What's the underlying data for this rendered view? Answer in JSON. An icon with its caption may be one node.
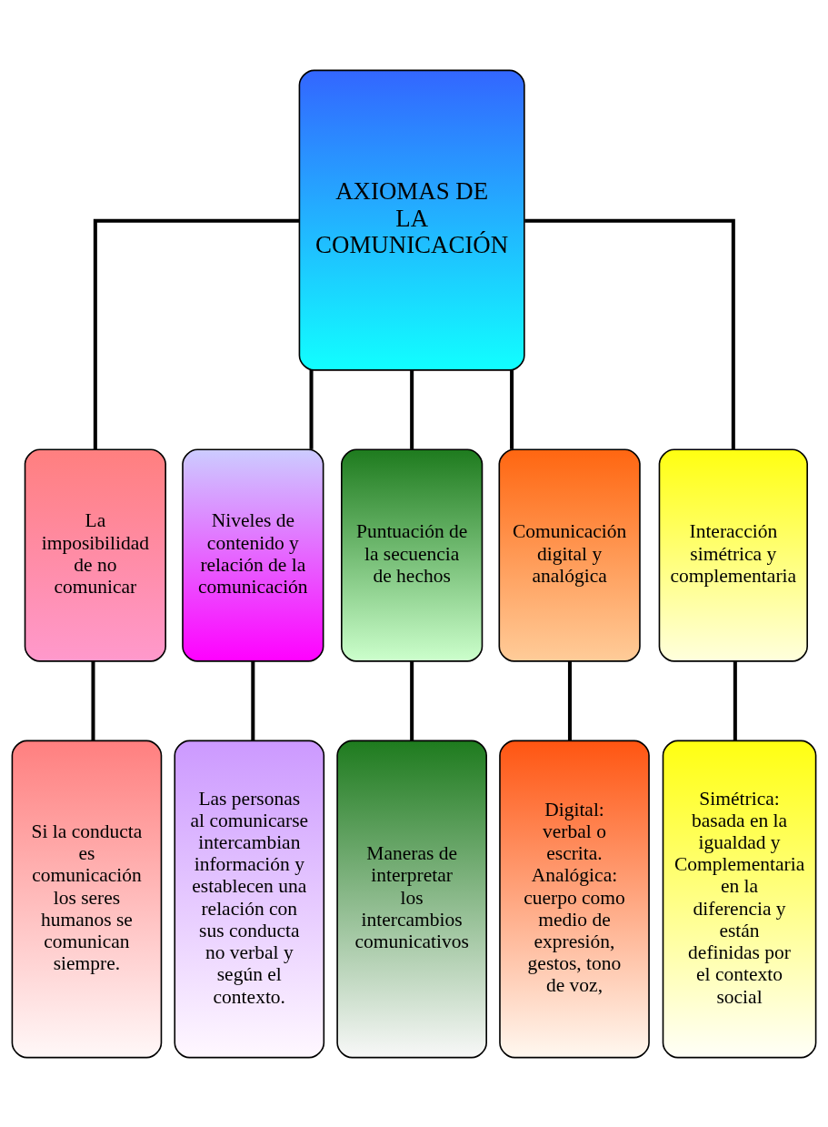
{
  "diagram": {
    "nodes": [
      {
        "text": [
          "AXIOMAS DE LA COMUNICACIÓN"
        ]
      },
      {
        "text": [
          "La imposibilidad de no comunicar"
        ]
      },
      {
        "text": [
          "Niveles de contenido y relación de la comunicación"
        ]
      },
      {
        "text": [
          "Puntuación de la secuencia de hechos"
        ]
      },
      {
        "text": [
          "Comunicación digital y analógica"
        ]
      },
      {
        "text": [
          "Interacción simétrica y complementaria"
        ]
      },
      {
        "text": [
          "Si la conducta es comunicación los seres humanos se comunican siempre."
        ]
      },
      {
        "text": [
          "Las personas al comunicarse intercambian información y establecen una relación con sus conducta no verbal y según el contexto."
        ]
      },
      {
        "text": [
          "Maneras de interpretar los intercambios comunicativos"
        ]
      },
      {
        "text": [
          "Digital: verbal o escrita. Analógica: cuerpo como medio de expresión, gestos, tono de voz,"
        ]
      },
      {
        "text": [
          "Simétrica: basada en la igualdad y Complementaria en la diferencia y están definidas por el contexto social"
        ]
      }
    ],
    "edges": [
      {
        "from": 0,
        "to": 1,
        "arrow": "none"
      },
      {
        "from": 0,
        "to": 2,
        "arrow": "none"
      },
      {
        "from": 0,
        "to": 3,
        "arrow": "none"
      },
      {
        "from": 0,
        "to": 4,
        "arrow": "none"
      },
      {
        "from": 0,
        "to": 5,
        "arrow": "none"
      },
      {
        "from": 1,
        "to": 6,
        "arrow": "none"
      },
      {
        "from": 2,
        "to": 7,
        "arrow": "none"
      },
      {
        "from": 3,
        "to": 8,
        "arrow": "none"
      },
      {
        "from": 4,
        "to": 9,
        "arrow": "none"
      },
      {
        "from": 5,
        "to": 10,
        "arrow": "none"
      }
    ]
  }
}
